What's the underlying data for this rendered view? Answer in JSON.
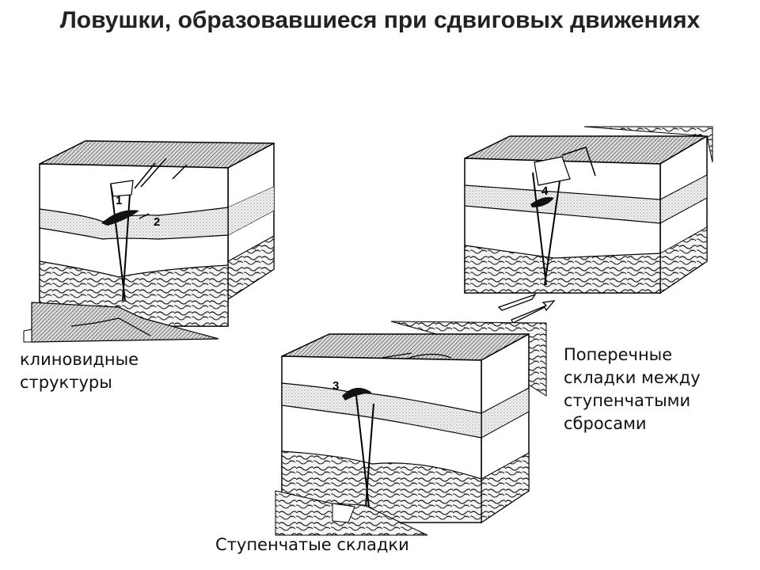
{
  "title": "Ловушки, образовавшиеся при сдвиговых движениях",
  "captions": {
    "wedge": "клиновидные\nструктуры",
    "transverse": "Поперечные\nскладки между\nступенчатыми\nсбросами",
    "stepped": "Ступенчатые складки"
  },
  "block_labels": {
    "b1": "1",
    "b2": "2",
    "b3": "3",
    "b4": "4"
  }
}
